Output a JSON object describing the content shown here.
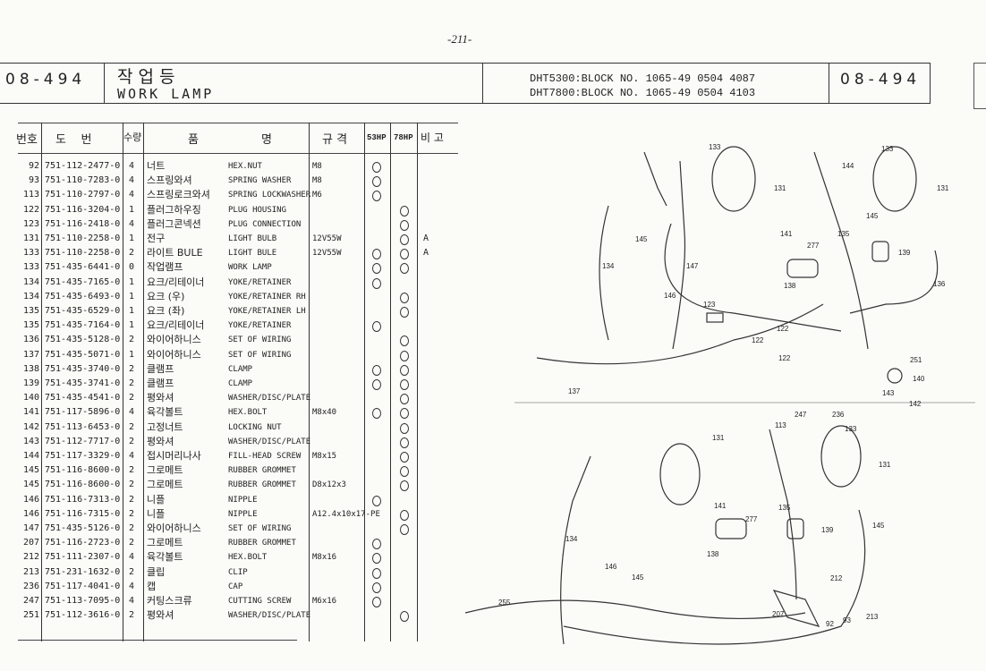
{
  "page_number": "-211-",
  "header": {
    "group_code_left": "08-494",
    "title_korean": "작업등",
    "title_english": "WORK LAMP",
    "block_lines": [
      "DHT5300:BLOCK NO. 1065-49 0504 4087",
      "DHT7800:BLOCK NO. 1065-49 0504 4103"
    ],
    "group_code_right": "08-494"
  },
  "table": {
    "columns": {
      "no": "번호",
      "part_no": "도    번",
      "qty": "수량",
      "name_a": "품",
      "name_b": "명",
      "spec": "규 격",
      "hp53": "53HP",
      "hp78": "78HP",
      "remark": "비 고"
    },
    "rows": [
      {
        "no": "92",
        "part_no": "751-112-2477-0",
        "qty": "4",
        "ko": "너트",
        "en": "HEX.NUT",
        "spec": "M8",
        "hp53": true,
        "hp78": false,
        "remark": ""
      },
      {
        "no": "93",
        "part_no": "751-110-7283-0",
        "qty": "4",
        "ko": "스프링와셔",
        "en": "SPRING WASHER",
        "spec": "M8",
        "hp53": true,
        "hp78": false,
        "remark": ""
      },
      {
        "no": "113",
        "part_no": "751-110-2797-0",
        "qty": "4",
        "ko": "스프링로크와셔",
        "en": "SPRING LOCKWASHER",
        "spec": "M6",
        "hp53": true,
        "hp78": false,
        "remark": ""
      },
      {
        "no": "122",
        "part_no": "751-116-3204-0",
        "qty": "1",
        "ko": "플러그하우징",
        "en": "PLUG HOUSING",
        "spec": "",
        "hp53": false,
        "hp78": true,
        "remark": ""
      },
      {
        "no": "123",
        "part_no": "751-116-2418-0",
        "qty": "4",
        "ko": "플러그콘넥션",
        "en": "PLUG CONNECTION",
        "spec": "",
        "hp53": false,
        "hp78": true,
        "remark": ""
      },
      {
        "no": "131",
        "part_no": "751-110-2258-0",
        "qty": "1",
        "ko": "전구",
        "en": "LIGHT BULB",
        "spec": "12V55W",
        "hp53": false,
        "hp78": true,
        "remark": "A"
      },
      {
        "no": "133",
        "part_no": "751-110-2258-0",
        "qty": "2",
        "ko": "라이트 BULE",
        "en": "LIGHT BULE",
        "spec": "12V55W",
        "hp53": true,
        "hp78": true,
        "remark": "A"
      },
      {
        "no": "133",
        "part_no": "751-435-6441-0",
        "qty": "0",
        "ko": "작업램프",
        "en": "WORK LAMP",
        "spec": "",
        "hp53": true,
        "hp78": true,
        "remark": ""
      },
      {
        "no": "134",
        "part_no": "751-435-7165-0",
        "qty": "1",
        "ko": "요크/리테이너",
        "en": "YOKE/RETAINER",
        "spec": "",
        "hp53": true,
        "hp78": false,
        "remark": ""
      },
      {
        "no": "134",
        "part_no": "751-435-6493-0",
        "qty": "1",
        "ko": "요크 (우)",
        "en": "YOKE/RETAINER RH",
        "spec": "",
        "hp53": false,
        "hp78": true,
        "remark": ""
      },
      {
        "no": "135",
        "part_no": "751-435-6529-0",
        "qty": "1",
        "ko": "요크 (좌)",
        "en": "YOKE/RETAINER LH",
        "spec": "",
        "hp53": false,
        "hp78": true,
        "remark": ""
      },
      {
        "no": "135",
        "part_no": "751-435-7164-0",
        "qty": "1",
        "ko": "요크/리테이너",
        "en": "YOKE/RETAINER",
        "spec": "",
        "hp53": true,
        "hp78": false,
        "remark": ""
      },
      {
        "no": "136",
        "part_no": "751-435-5128-0",
        "qty": "2",
        "ko": "와이어하니스",
        "en": "SET OF WIRING",
        "spec": "",
        "hp53": false,
        "hp78": true,
        "remark": ""
      },
      {
        "no": "137",
        "part_no": "751-435-5071-0",
        "qty": "1",
        "ko": "와이어하니스",
        "en": "SET OF WIRING",
        "spec": "",
        "hp53": false,
        "hp78": true,
        "remark": ""
      },
      {
        "no": "138",
        "part_no": "751-435-3740-0",
        "qty": "2",
        "ko": "클램프",
        "en": "CLAMP",
        "spec": "",
        "hp53": true,
        "hp78": true,
        "remark": ""
      },
      {
        "no": "139",
        "part_no": "751-435-3741-0",
        "qty": "2",
        "ko": "클램프",
        "en": "CLAMP",
        "spec": "",
        "hp53": true,
        "hp78": true,
        "remark": ""
      },
      {
        "no": "140",
        "part_no": "751-435-4541-0",
        "qty": "2",
        "ko": "평와셔",
        "en": "WASHER/DISC/PLATE",
        "spec": "",
        "hp53": false,
        "hp78": true,
        "remark": ""
      },
      {
        "no": "141",
        "part_no": "751-117-5896-0",
        "qty": "4",
        "ko": "육각볼트",
        "en": "HEX.BOLT",
        "spec": "M8x40",
        "hp53": true,
        "hp78": true,
        "remark": ""
      },
      {
        "no": "142",
        "part_no": "751-113-6453-0",
        "qty": "2",
        "ko": "고정너트",
        "en": "LOCKING NUT",
        "spec": "",
        "hp53": false,
        "hp78": true,
        "remark": ""
      },
      {
        "no": "143",
        "part_no": "751-112-7717-0",
        "qty": "2",
        "ko": "평와셔",
        "en": "WASHER/DISC/PLATE",
        "spec": "",
        "hp53": false,
        "hp78": true,
        "remark": ""
      },
      {
        "no": "144",
        "part_no": "751-117-3329-0",
        "qty": "4",
        "ko": "접시머리나사",
        "en": "FILL-HEAD SCREW",
        "spec": "M8x15",
        "hp53": false,
        "hp78": true,
        "remark": ""
      },
      {
        "no": "145",
        "part_no": "751-116-8600-0",
        "qty": "2",
        "ko": "그로메트",
        "en": "RUBBER GROMMET",
        "spec": "",
        "hp53": false,
        "hp78": true,
        "remark": ""
      },
      {
        "no": "145",
        "part_no": "751-116-8600-0",
        "qty": "2",
        "ko": "그로메트",
        "en": "RUBBER GROMMET",
        "spec": "D8x12x3",
        "hp53": false,
        "hp78": true,
        "remark": ""
      },
      {
        "no": "146",
        "part_no": "751-116-7313-0",
        "qty": "2",
        "ko": "니플",
        "en": "NIPPLE",
        "spec": "",
        "hp53": true,
        "hp78": false,
        "remark": ""
      },
      {
        "no": "146",
        "part_no": "751-116-7315-0",
        "qty": "2",
        "ko": "니플",
        "en": "NIPPLE",
        "spec": "A12.4x10x17-PE",
        "hp53": false,
        "hp78": true,
        "remark": ""
      },
      {
        "no": "147",
        "part_no": "751-435-5126-0",
        "qty": "2",
        "ko": "와이어하니스",
        "en": "SET OF WIRING",
        "spec": "",
        "hp53": false,
        "hp78": true,
        "remark": ""
      },
      {
        "no": "207",
        "part_no": "751-116-2723-0",
        "qty": "2",
        "ko": "그로메트",
        "en": "RUBBER GROMMET",
        "spec": "",
        "hp53": true,
        "hp78": false,
        "remark": ""
      },
      {
        "no": "212",
        "part_no": "751-111-2307-0",
        "qty": "4",
        "ko": "육각볼트",
        "en": "HEX.BOLT",
        "spec": "M8x16",
        "hp53": true,
        "hp78": false,
        "remark": ""
      },
      {
        "no": "213",
        "part_no": "751-231-1632-0",
        "qty": "2",
        "ko": "클립",
        "en": "CLIP",
        "spec": "",
        "hp53": true,
        "hp78": false,
        "remark": ""
      },
      {
        "no": "236",
        "part_no": "751-117-4041-0",
        "qty": "4",
        "ko": "캡",
        "en": "CAP",
        "spec": "",
        "hp53": true,
        "hp78": false,
        "remark": ""
      },
      {
        "no": "247",
        "part_no": "751-113-7095-0",
        "qty": "4",
        "ko": "커팅스크류",
        "en": "CUTTING SCREW",
        "spec": "M6x16",
        "hp53": true,
        "hp78": false,
        "remark": ""
      },
      {
        "no": "251",
        "part_no": "751-112-3616-0",
        "qty": "2",
        "ko": "평와셔",
        "en": "WASHER/DISC/PLATE",
        "spec": "",
        "hp53": false,
        "hp78": true,
        "remark": ""
      }
    ]
  },
  "diagram": {
    "top_callouts": [
      "133",
      "133",
      "144",
      "131",
      "131",
      "145",
      "141",
      "277",
      "135",
      "139",
      "145",
      "138",
      "134",
      "147",
      "146",
      "136",
      "123",
      "122",
      "122",
      "122",
      "251",
      "140",
      "143",
      "142",
      "137"
    ],
    "bottom_callouts": [
      "113",
      "247",
      "236",
      "133",
      "131",
      "131",
      "141",
      "277",
      "135",
      "139",
      "145",
      "138",
      "134",
      "146",
      "145",
      "212",
      "207",
      "255",
      "92",
      "93",
      "213"
    ]
  }
}
